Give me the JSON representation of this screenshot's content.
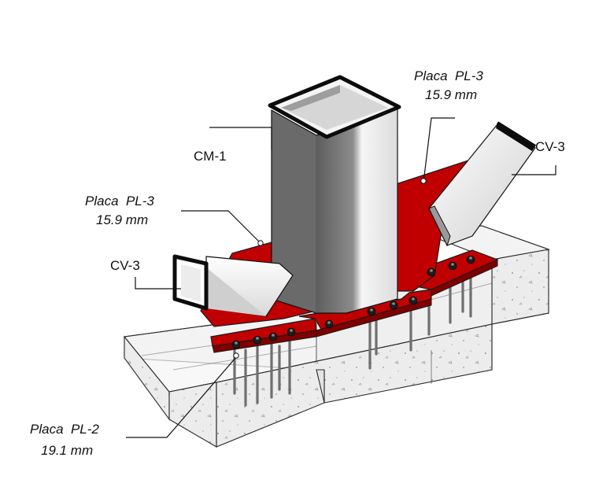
{
  "labels": {
    "column": "CM-1",
    "plate_right_name": "Placa  PL-3",
    "plate_right_thickness": "15.9 mm",
    "plate_left_name": "Placa  PL-3",
    "plate_left_thickness": "15.9 mm",
    "beam_right": "CV-3",
    "beam_left": "CV-3",
    "base_plate_name": "Placa  PL-2",
    "base_plate_thickness": "19.1 mm"
  },
  "colors": {
    "plate": "#c00000",
    "concrete": "#e8e8e8",
    "steel_light": "#f2f2f2",
    "steel_dark": "#6d6d6d",
    "outline": "#111111"
  }
}
